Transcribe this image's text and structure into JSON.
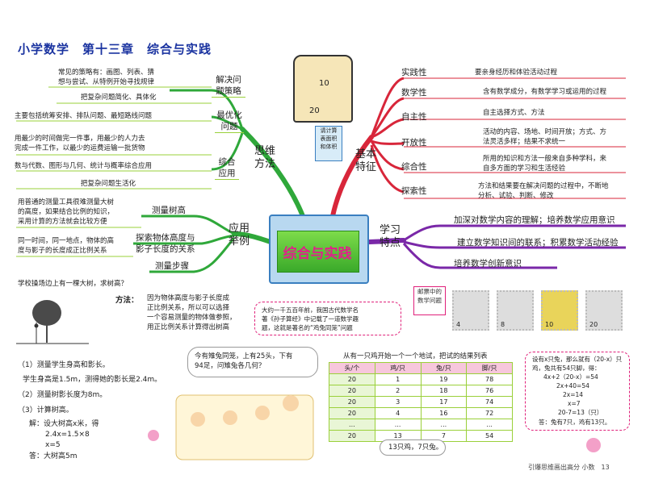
{
  "title": "小学数学　第十三章　综合与实践",
  "center": "综合与实践",
  "think": {
    "label": "思维\n方法",
    "nodes": [
      {
        "label": "解决问\n题策略",
        "notes": [
          "常见的策略有：画图、列表、猜\n想与尝试、从特例开始寻找规律",
          "把复杂问题简化、具体化"
        ]
      },
      {
        "label": "最优化\n问题",
        "notes": [
          "主要包括统筹安排、排队问题、最短路线问题",
          "用最少的时间做完一件事，用最少的人力去\n完成一件工作，以最少的运费运输一批货物"
        ]
      },
      {
        "label": "综合\n应用",
        "notes": [
          "数与代数、图形与几何、统计与概率综合应用",
          "把复杂问题生活化"
        ]
      }
    ]
  },
  "basic": {
    "label": "基本\n特征",
    "items": [
      {
        "label": "实践性",
        "desc": "要亲身经历和体验活动过程"
      },
      {
        "label": "数学性",
        "desc": "含有数学成分，有数学学习或运用的过程"
      },
      {
        "label": "自主性",
        "desc": "自主选择方式、方法"
      },
      {
        "label": "开放性",
        "desc": "活动的内容、场地、时间开放；方式、方\n法灵活多样；结果不求统一"
      },
      {
        "label": "综合性",
        "desc": "所用的知识和方法一般来自多种学科，来\n自多方面的学习和生活经验"
      },
      {
        "label": "探索性",
        "desc": "方法和结果要在解决问题的过程中，不断地\n分析、试验、判断、修改"
      }
    ]
  },
  "apply": {
    "label": "应用\n举例",
    "nodes": [
      "测量树高",
      "探索物体高度与\n影子长度的关系",
      "测量步骤"
    ],
    "notes": [
      "用普通的测量工具很难测量大树\n的高度，如果结合比例的知识，\n采用计算的方法就会比较方便",
      "同一时间，同一地点，物体的高\n度与影子的长度成正比例关系"
    ]
  },
  "study": {
    "label": "学习\n特点",
    "items": [
      "加深对数学内容的理解；培养数学应用意识",
      "建立数学知识间的联系；积累数学活动经验",
      "培养数学创新意识"
    ]
  },
  "box_labels": {
    "ten": "10",
    "twenty": "20",
    "tag": "请计算\n表面积\n和体积"
  },
  "stamps": {
    "caption": "邮票中的\n数学问题",
    "values": [
      "4",
      "8",
      "10",
      "20"
    ]
  },
  "tree_problem": {
    "question": "学校操场边上有一棵大树，求树高？",
    "method_label": "方法：",
    "method": "因为物体高度与影子长度成\n正比例关系，所以可以选择\n一个容易测量的物体做参照，\n用正比例关系计算得出树高",
    "steps": [
      "（1）测量学生身高和影长。",
      "学生身高是1.5m，测得她的影长是2.4m。",
      "（2）测量树影长度为8m。",
      "（3）计算树高。"
    ],
    "solution": [
      "解：设大树高x米，得",
      "2.4x=1.5×8",
      "x=5",
      "答：大树高5m"
    ]
  },
  "history": "大约一千五百年前，我国古代数学名\n著《孙子算经》中记载了一道数学趣\n题，这就是著名的“鸡兔同笼”问题",
  "puzzle": "今有雉兔同笼，上有25头，下有\n94足，问雉兔各几何？",
  "table": {
    "title": "从有一只鸡开始一个一个地试，把试的结果列表",
    "headers": [
      "头/个",
      "鸡/只",
      "兔/只",
      "脚/只"
    ],
    "rows": [
      [
        "20",
        "1",
        "19",
        "78"
      ],
      [
        "20",
        "2",
        "18",
        "76"
      ],
      [
        "20",
        "3",
        "17",
        "74"
      ],
      [
        "20",
        "4",
        "16",
        "72"
      ],
      [
        "...",
        "...",
        "...",
        "..."
      ],
      [
        "20",
        "13",
        "7",
        "54"
      ]
    ]
  },
  "result": "13只鸡，7只兔。",
  "equation": {
    "lines": [
      "设有x只兔，那么就有（20-x）只",
      "鸡，兔共有54只脚，得：",
      "4x+2（20-x）=54",
      "2x+40=54",
      "2x=14",
      "x=7",
      "20-7=13（只）",
      "答：兔有7只，鸡有13只。"
    ]
  },
  "footer": "引爆思维画出高分 小数　13",
  "colors": {
    "title": "#1a33a0",
    "think": "#2fa83a",
    "basic": "#d8263a",
    "apply": "#2fa83a",
    "study": "#7a28a8",
    "center": "#e0208a"
  }
}
